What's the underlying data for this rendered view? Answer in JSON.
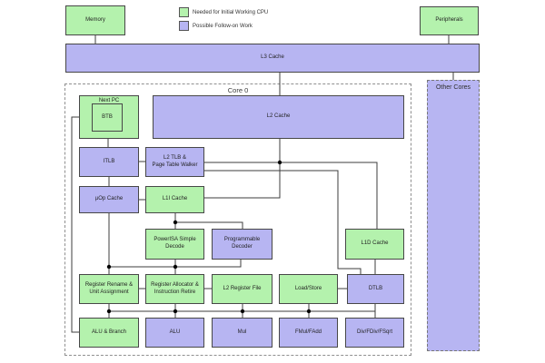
{
  "colors": {
    "green": "#b4f2ad",
    "purple": "#b7b5f2",
    "edge": "#3c3c3c"
  },
  "legend": [
    {
      "label": "Needed for Initial Working CPU",
      "color_key": "green"
    },
    {
      "label": "Possible Follow-on Work",
      "color_key": "purple"
    }
  ],
  "nodes": {
    "memory": {
      "label": "Memory"
    },
    "peripherals": {
      "label": "Peripherals"
    },
    "l3": {
      "label": "L3 Cache"
    },
    "core0": {
      "label": "Core 0"
    },
    "other_cores": {
      "label": "Other Cores"
    },
    "next_pc": {
      "label": "Next PC"
    },
    "btb": {
      "label": "BTB"
    },
    "l2cache": {
      "label": "L2 Cache"
    },
    "itlb": {
      "label": "ITLB"
    },
    "l2tlb": {
      "label": "L2 TLB &\nPage Table Walker"
    },
    "uop": {
      "label": "µOp Cache"
    },
    "l1i": {
      "label": "L1I Cache"
    },
    "powerisa": {
      "label": "PowerISA Simple\nDecode"
    },
    "progdec": {
      "label": "Programmable\nDecoder"
    },
    "l1d": {
      "label": "L1D Cache"
    },
    "regrename": {
      "label": "Register Rename &\nUnit Assignment"
    },
    "regalloc": {
      "label": "Register Allocator &\nInstruction Retire"
    },
    "l2rf": {
      "label": "L2 Register File"
    },
    "loadstore": {
      "label": "Load/Store"
    },
    "dtlb": {
      "label": "DTLB"
    },
    "alubranch": {
      "label": "ALU & Branch"
    },
    "alu": {
      "label": "ALU"
    },
    "mul": {
      "label": "Mul"
    },
    "fmul": {
      "label": "FMul/FAdd"
    },
    "div": {
      "label": "Div/FDiv/FSqrt"
    }
  }
}
